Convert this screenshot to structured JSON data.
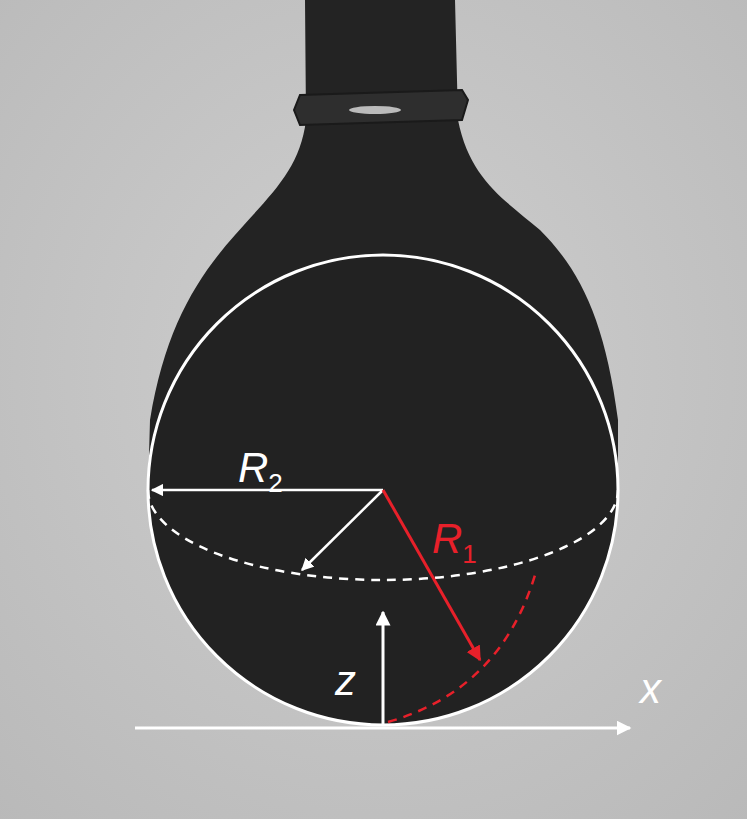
{
  "diagram": {
    "labels": [
      "R2",
      "R1",
      "z",
      "x"
    ]
  }
}
